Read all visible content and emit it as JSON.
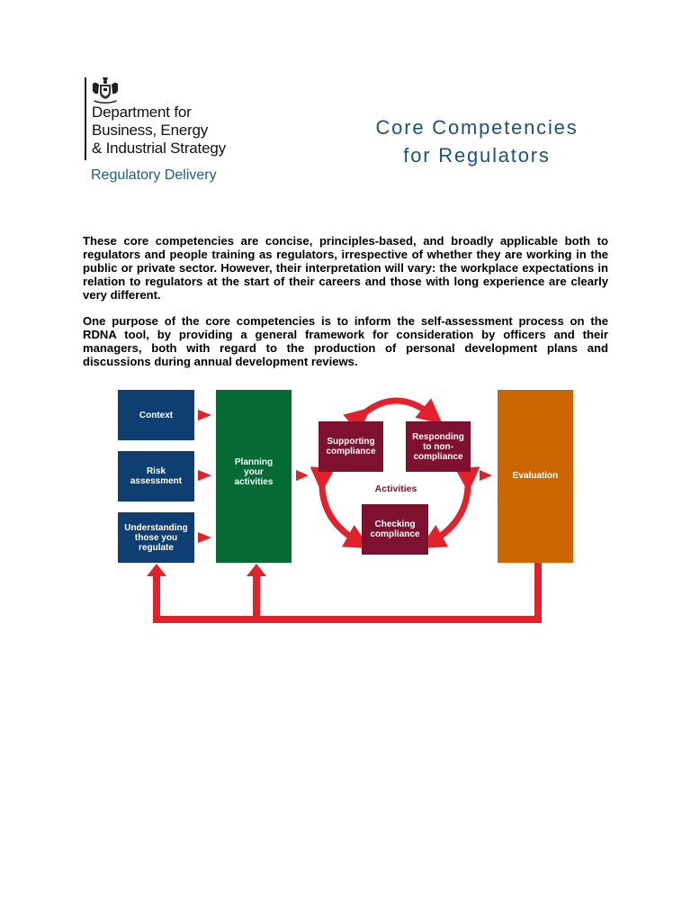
{
  "header": {
    "department_lines": [
      "Department for",
      "Business, Energy",
      "& Industrial Strategy"
    ],
    "unit": "Regulatory Delivery",
    "title_lines": [
      "Core Competencies",
      "for Regulators"
    ],
    "crest_icon": "royal-coat-of-arms-icon"
  },
  "body": {
    "paragraphs": [
      "These core competencies are concise, principles-based, and broadly applicable both to regulators and people training as regulators, irrespective of whether they are working in the public or private sector. However, their interpretation will vary: the workplace expectations in relation to regulators at the start of their careers and those with long experience are clearly very different.",
      "One purpose of the core competencies is to inform the self-assessment process on the RDNA tool, by providing a general framework for consideration by officers and their managers, both with regard to the production of personal development plans and discussions during annual development reviews."
    ]
  },
  "diagram": {
    "inputs": [
      "Context",
      "Risk assessment",
      "Understanding those you regulate"
    ],
    "planning": "Planning your activities",
    "activities_label": "Activities",
    "activities": {
      "supporting": "Supporting compliance",
      "responding": "Responding to non-compliance",
      "checking": "Checking compliance"
    },
    "evaluation": "Evaluation",
    "colors": {
      "navy": "#0f3e73",
      "green": "#066a35",
      "maroon": "#7e1130",
      "orange": "#cb6600",
      "arrow_red": "#e3212b",
      "title_blue": "#1f4e87"
    }
  }
}
